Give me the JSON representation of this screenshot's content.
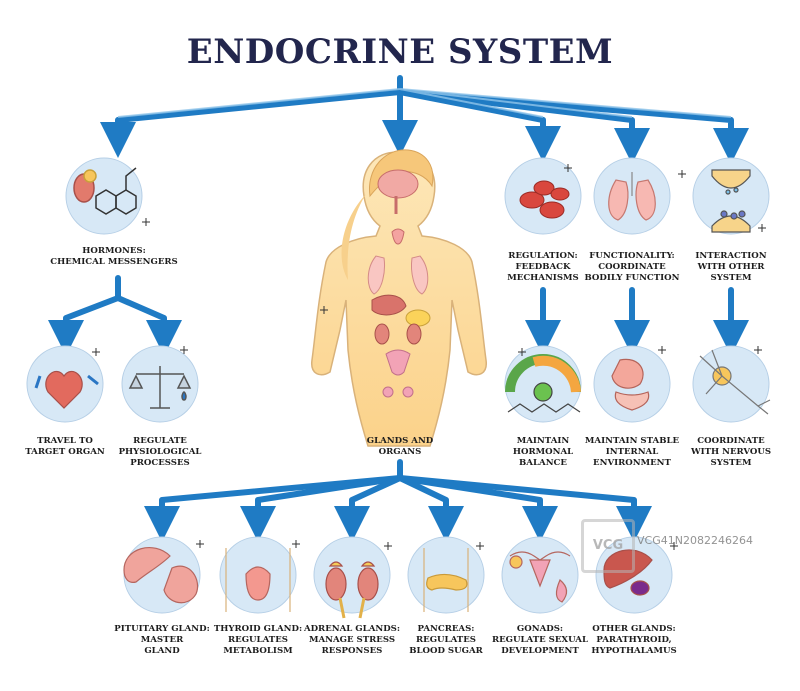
{
  "title": "ENDOCRINE SYSTEM",
  "labels": {
    "hormones": "HORMONES:\nCHEMICAL MESSENGERS",
    "travel": "TRAVEL TO\nTARGET ORGAN",
    "regulate_proc": "REGULATE\nPHYSIOLOGICAL\nPROCESSES",
    "glands": "GLANDS AND\nORGANS",
    "regulation": "REGULATION:\nFEEDBACK\nMECHANISMS",
    "functionality": "FUNCTIONALITY:\nCOORDINATE\nBODILY FUNCTION",
    "interaction": "INTERACTION\nWITH OTHER\nSYSTEM",
    "balance": "MAINTAIN\nHORMONAL\nBALANCE",
    "stable": "MAINTAIN STABLE\nINTERNAL\nENVIRONMENT",
    "coordinate": "COORDINATE\nWITH NERVOUS\nSYSTEM",
    "pituitary": "PITUITARY GLAND:\nMASTER\nGLAND",
    "thyroid": "THYROID GLAND:\nREGULATES\nMETABOLISM",
    "adrenal": "ADRENAL GLANDS:\nMANAGE STRESS\nRESPONSES",
    "pancreas": "PANCREAS:\nREGULATES\nBLOOD SUGAR",
    "gonads": "GONADS:\nREGULATE SEXUAL\nDEVELOPMENT",
    "other": "OTHER GLANDS:\nPARATHYROID,\nHYPOTHALAMUS"
  },
  "watermark": {
    "logo_text": "VCG",
    "id_text": "VCG41N2082246264"
  },
  "colors": {
    "arrow": "#1f7bc4",
    "title": "#22264d",
    "circle": "#d7e8f6",
    "body": "#fde3b0"
  }
}
